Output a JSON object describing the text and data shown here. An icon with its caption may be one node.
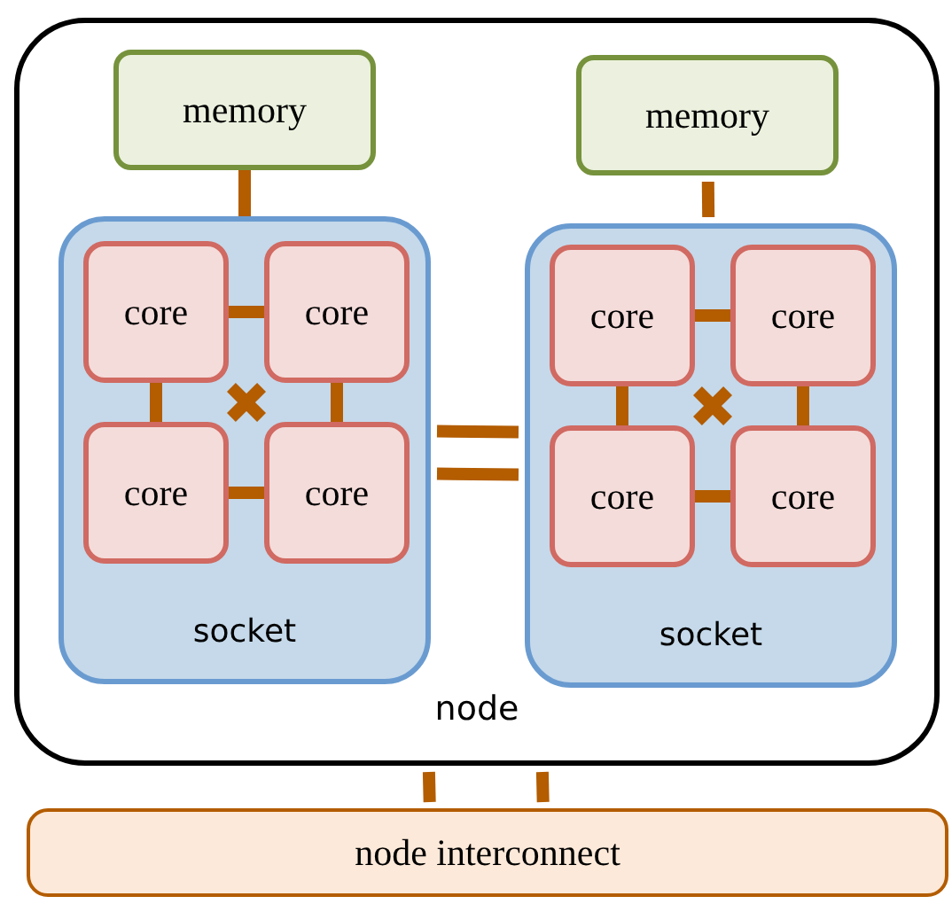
{
  "diagram": {
    "nodes": [
      {
        "text": [
          "node"
        ]
      },
      {
        "text": [
          "memory"
        ],
        "in": 0
      },
      {
        "text": [
          "memory"
        ],
        "in": 0
      },
      {
        "text": [
          "socket"
        ],
        "in": 0
      },
      {
        "text": [
          "core"
        ],
        "in": 3
      },
      {
        "text": [
          "core"
        ],
        "in": 3
      },
      {
        "text": [
          "core"
        ],
        "in": 3
      },
      {
        "text": [
          "core"
        ],
        "in": 3
      },
      {
        "text": [
          "socket"
        ],
        "in": 0
      },
      {
        "text": [
          "core"
        ],
        "in": 8
      },
      {
        "text": [
          "core"
        ],
        "in": 8
      },
      {
        "text": [
          "core"
        ],
        "in": 8
      },
      {
        "text": [
          "core"
        ],
        "in": 8
      },
      {
        "text": [
          "node interconnect"
        ]
      }
    ],
    "edges": [
      {
        "from": 1,
        "to": 3,
        "arrow": "none"
      },
      {
        "from": 2,
        "to": 8,
        "arrow": "none"
      },
      {
        "from": 4,
        "to": 5,
        "arrow": "none"
      },
      {
        "from": 6,
        "to": 7,
        "arrow": "none"
      },
      {
        "from": 4,
        "to": 6,
        "arrow": "none"
      },
      {
        "from": 5,
        "to": 7,
        "arrow": "none"
      },
      {
        "from": 4,
        "to": 7,
        "arrow": "none"
      },
      {
        "from": 5,
        "to": 6,
        "arrow": "none"
      },
      {
        "from": 9,
        "to": 10,
        "arrow": "none"
      },
      {
        "from": 11,
        "to": 12,
        "arrow": "none"
      },
      {
        "from": 9,
        "to": 11,
        "arrow": "none"
      },
      {
        "from": 10,
        "to": 12,
        "arrow": "none"
      },
      {
        "from": 9,
        "to": 12,
        "arrow": "none"
      },
      {
        "from": 10,
        "to": 11,
        "arrow": "none"
      },
      {
        "from": 3,
        "to": 8,
        "arrow": "none"
      },
      {
        "from": 3,
        "to": 8,
        "arrow": "none"
      },
      {
        "from": 0,
        "to": 13,
        "arrow": "none"
      },
      {
        "from": 0,
        "to": 13,
        "arrow": "none"
      }
    ]
  }
}
